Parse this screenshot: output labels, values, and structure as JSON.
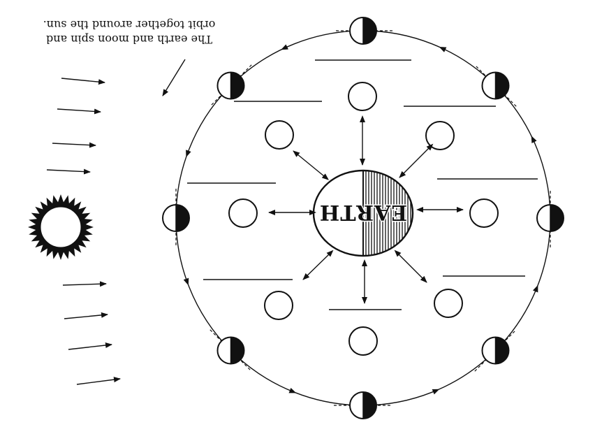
{
  "caption": {
    "line1": "The earth and moon spin and",
    "line2": "orbit together around the sun."
  },
  "earth_label": "EARTH",
  "colors": {
    "ink": "#111111",
    "background": "#ffffff"
  },
  "icons": {
    "sun": "sun-icon",
    "earth": "earth-icon",
    "moon": "moon-phase-icon"
  },
  "moon_phase_count": 8,
  "orbit_moon_count": 8,
  "answer_blank_count": 8
}
